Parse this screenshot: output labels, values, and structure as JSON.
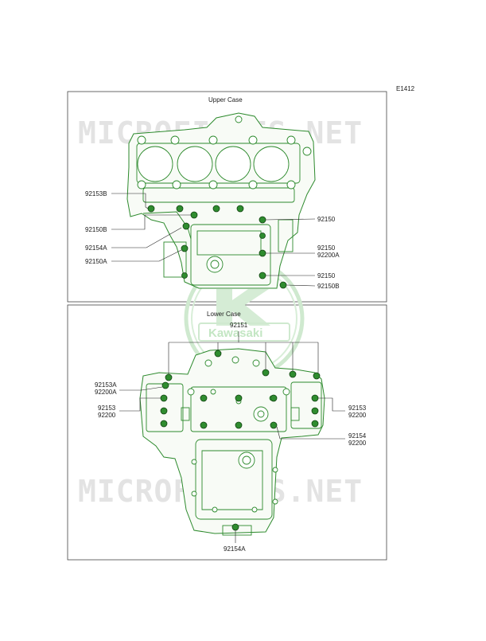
{
  "figure_code": "E1412",
  "watermark_text": "MICROFICHES.NET",
  "logo_text": "Kawasaki",
  "colors": {
    "line": "#2d8a2d",
    "bolt": "#2f8c2f",
    "watermark": "#e3e3e3"
  },
  "upper_case": {
    "title": "Upper Case",
    "labels": {
      "l92153B": "92153B",
      "l92150B_left": "92150B",
      "l92154A": "92154A",
      "l92150A": "92150A",
      "l92150_a": "92150",
      "l92150_b": "92150",
      "l92200A": "92200A",
      "l92150_c": "92150",
      "l92150B_right": "92150B"
    }
  },
  "lower_case": {
    "title": "Lower Case",
    "labels": {
      "l92151": "92151",
      "l92153A": "92153A",
      "l92200A": "92200A",
      "l92153_left": "92153",
      "l92200_left": "92200",
      "l92153_right": "92153",
      "l92200_right": "92200",
      "l92154_right": "92154",
      "l92200_right2": "92200",
      "l92154A_bottom": "92154A"
    }
  }
}
